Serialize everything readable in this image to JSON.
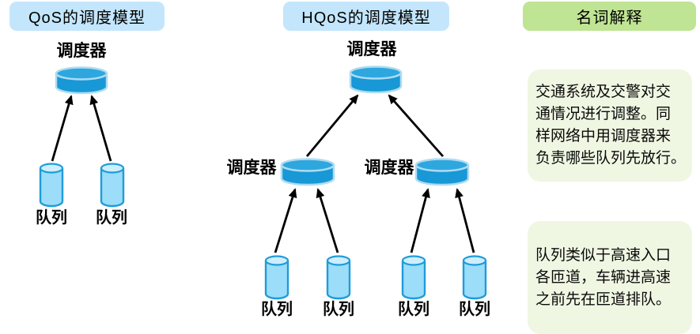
{
  "qos": {
    "title": "QoS的调度模型",
    "scheduler_label": "调度器",
    "queue_labels": [
      "队列",
      "队列"
    ]
  },
  "hqos": {
    "title": "HQoS的调度模型",
    "root_scheduler_label": "调度器",
    "branch_scheduler_labels": [
      "调度器",
      "调度器"
    ],
    "queue_labels": [
      "队列",
      "队列",
      "队列",
      "队列"
    ]
  },
  "glossary": {
    "title": "名词解释",
    "notes": [
      {
        "text": "交通系统及交警对交通情况进行调整。同样网络中用调度器来负责哪些队列先放行。",
        "lines": [
          "交通系统及交警对交",
          "通情况进行调整。同",
          "样网络中用调度器来",
          "负责哪些队列先放行。"
        ]
      },
      {
        "text": "队列类似于高速入口各匝道，车辆进高速之前先在匝道排队。",
        "lines": [
          "队列类似于高速入口",
          "各匝道，车辆进高速",
          "之前先在匝道排队。"
        ]
      }
    ]
  },
  "colors": {
    "title_pill_blue": "#C3E6FC",
    "glossary_pill_green": "#BFE493",
    "note_box_green": "#EFF6E2",
    "scheduler_body": "#1898D6",
    "scheduler_top": "#2EA7DF",
    "scheduler_stroke": "#AEDCF2",
    "queue_body": "#9CDDF9",
    "queue_top": "#CDEEFC",
    "queue_stroke": "#1F9CD9",
    "arrow": "#000000"
  }
}
